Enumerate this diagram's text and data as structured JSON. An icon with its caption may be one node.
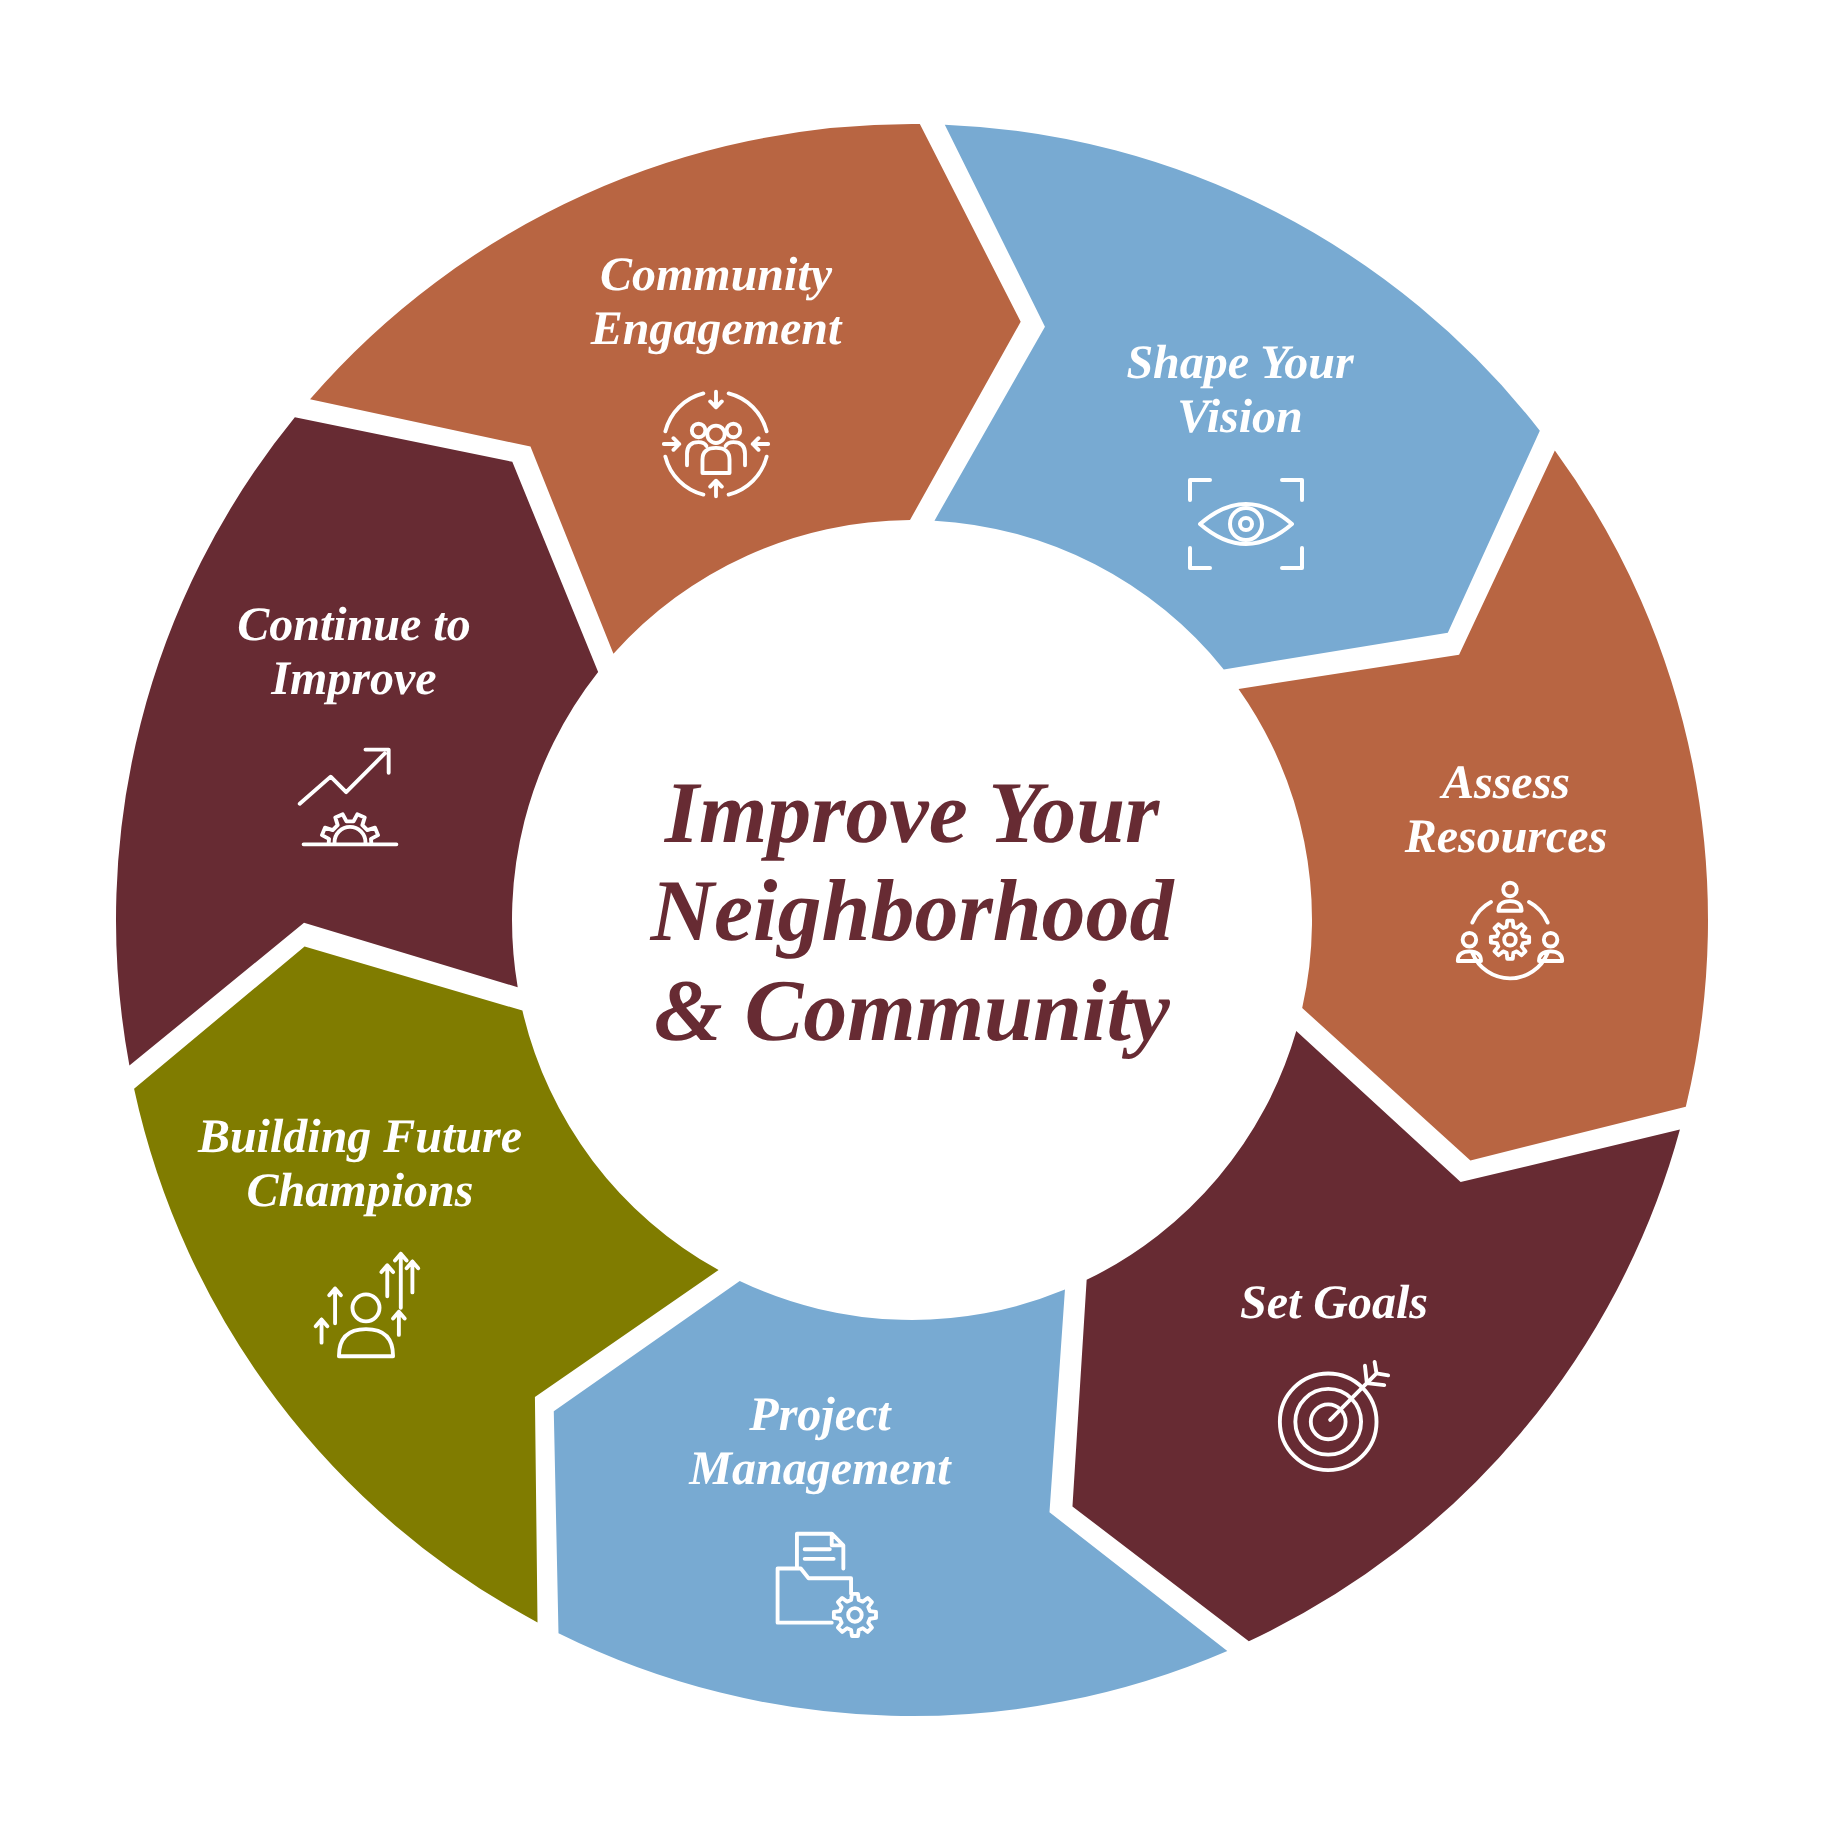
{
  "diagram": {
    "title": "Improve Your Neighborhood & Community",
    "nodes": [
      {
        "text": [
          "Community Engagement"
        ]
      },
      {
        "text": [
          "Shape Your Vision"
        ]
      },
      {
        "text": [
          "Assess Resources"
        ]
      },
      {
        "text": [
          "Set Goals"
        ]
      },
      {
        "text": [
          "Project Management"
        ]
      },
      {
        "text": [
          "Building Future Champions"
        ]
      },
      {
        "text": [
          "Continue to Improve"
        ]
      }
    ]
  }
}
